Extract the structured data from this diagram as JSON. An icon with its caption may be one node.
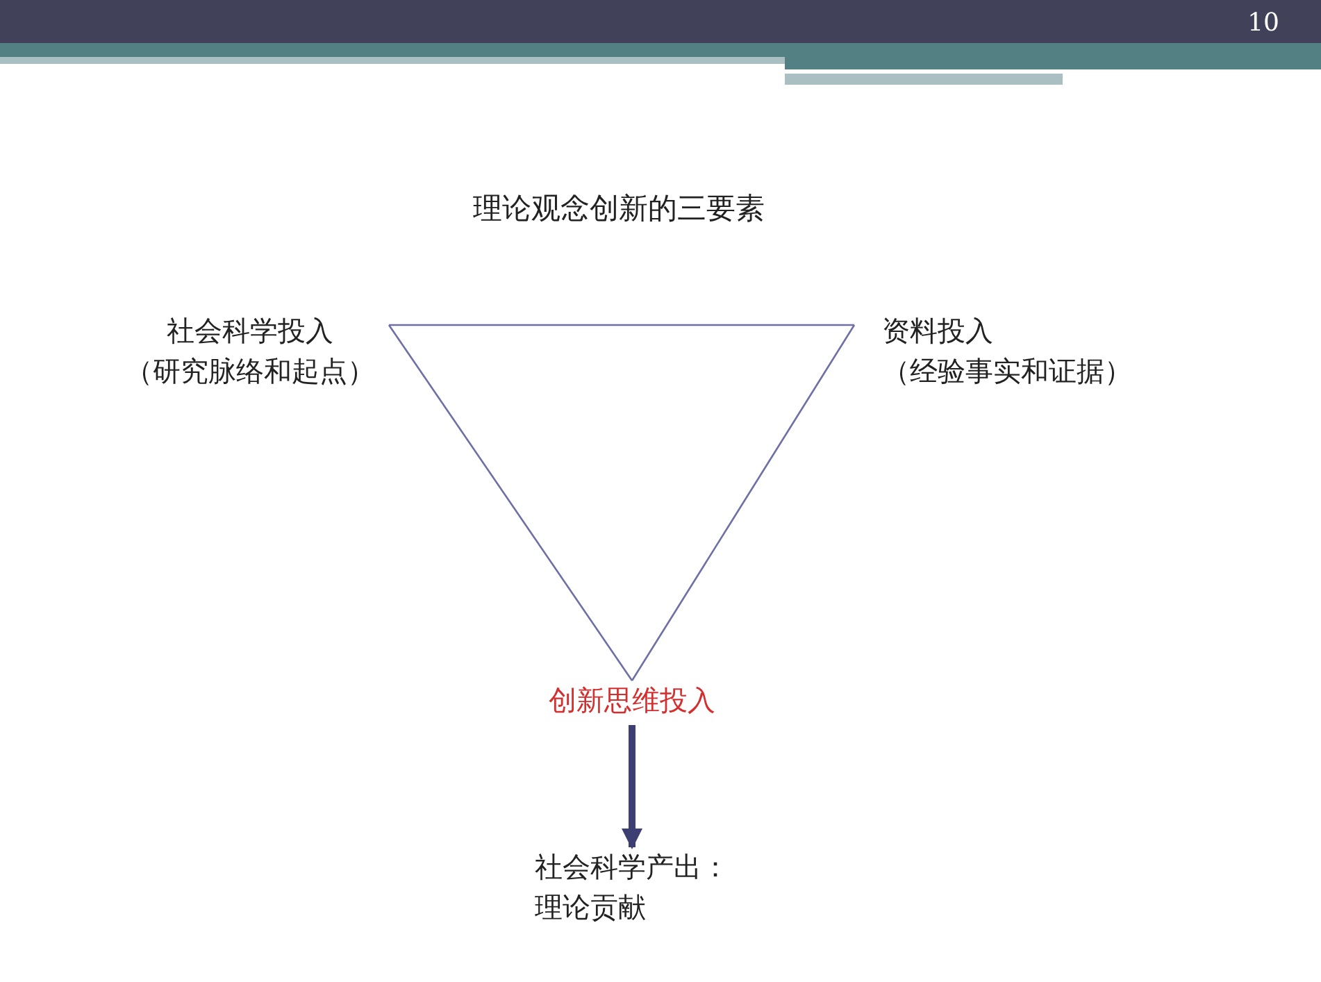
{
  "diagram": {
    "title": "理论观念创新的三要素",
    "nodes": [
      {
        "text": [
          "社会科学投入",
          "（研究脉络和起点）"
        ]
      },
      {
        "text": [
          "资料投入",
          "（经验事实和证据）"
        ]
      },
      {
        "text": [
          "创新思维投入"
        ]
      },
      {
        "text": [
          "社会科学产出：理论贡献"
        ]
      }
    ],
    "edges": [
      {
        "from": 0,
        "to": 1,
        "arrow": "none"
      },
      {
        "from": 1,
        "to": 2,
        "arrow": "none"
      },
      {
        "from": 2,
        "to": 0,
        "arrow": "none"
      },
      {
        "from": 2,
        "to": 3,
        "arrow": "to",
        "style": "thick",
        "color": "#3d3f72"
      }
    ],
    "labels": [
      "10"
    ]
  }
}
